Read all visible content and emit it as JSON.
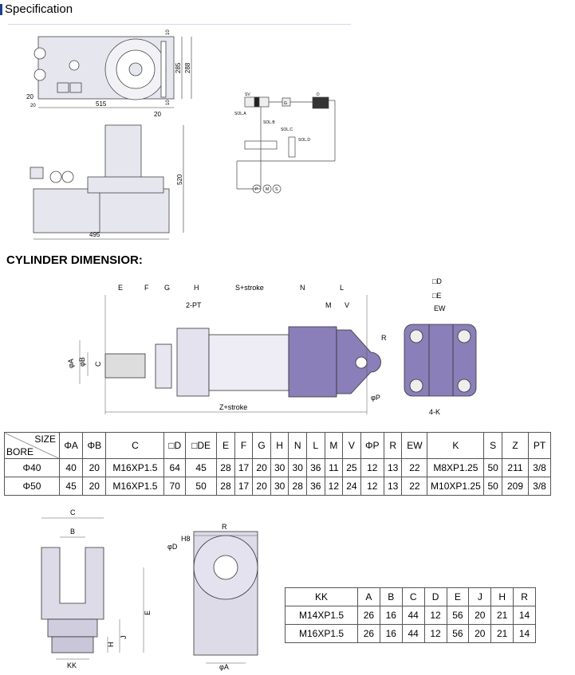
{
  "header": {
    "title": "Specification"
  },
  "pump_drawing": {
    "dims": {
      "d285": "285",
      "d288": "288",
      "d10a": "10",
      "d10b": "10",
      "d20a": "20",
      "d20b": "20",
      "d20c": "20",
      "d515": "515",
      "d520": "520",
      "d495": "495"
    }
  },
  "schematic": {
    "labels": {
      "sv": "SV",
      "g": "G",
      "d": "D",
      "sola": "SOL.A",
      "solb": "SOL.B",
      "solc": "SOL.C",
      "sold": "SOL.D",
      "p": "P",
      "m": "M",
      "s": "S"
    }
  },
  "cylinder": {
    "heading": "CYLINDER DIMENSIOR:",
    "labels": {
      "e": "E",
      "f": "F",
      "g": "G",
      "h": "H",
      "s": "S+stroke",
      "n": "N",
      "l": "L",
      "m": "M",
      "v": "V",
      "pt": "2-PT",
      "r": "R",
      "phip": "φP",
      "phia": "φA",
      "phib": "φB",
      "c": "C",
      "z": "Z+stroke",
      "d": "□D",
      "de": "□E",
      "ew": "EW",
      "k": "4-K"
    }
  },
  "table1": {
    "corner_size": "SIZE",
    "corner_bore": "BORE",
    "headers": [
      "ΦA",
      "ΦB",
      "C",
      "□D",
      "□DE",
      "E",
      "F",
      "G",
      "H",
      "N",
      "L",
      "M",
      "V",
      "ΦP",
      "R",
      "EW",
      "K",
      "S",
      "Z",
      "PT"
    ],
    "rows": [
      {
        "bore": "Φ40",
        "values": [
          "40",
          "20",
          "M16XP1.5",
          "64",
          "45",
          "28",
          "17",
          "20",
          "30",
          "30",
          "36",
          "11",
          "25",
          "12",
          "13",
          "22",
          "M8XP1.25",
          "50",
          "211",
          "3/8"
        ]
      },
      {
        "bore": "Φ50",
        "values": [
          "45",
          "20",
          "M16XP1.5",
          "70",
          "50",
          "28",
          "17",
          "20",
          "30",
          "28",
          "36",
          "12",
          "24",
          "12",
          "13",
          "22",
          "M10XP1.25",
          "50",
          "209",
          "3/8"
        ]
      }
    ]
  },
  "clevis": {
    "labels": {
      "c": "C",
      "b": "B",
      "e": "E",
      "j": "J",
      "h": "H",
      "kk": "KK",
      "r": "R",
      "phid": "φD",
      "h8": "H8",
      "phia": "φA"
    }
  },
  "table2": {
    "headers": [
      "KK",
      "A",
      "B",
      "C",
      "D",
      "E",
      "J",
      "H",
      "R"
    ],
    "rows": [
      [
        "M14XP1.5",
        "26",
        "16",
        "44",
        "12",
        "56",
        "20",
        "21",
        "14"
      ],
      [
        "M16XP1.5",
        "26",
        "16",
        "44",
        "12",
        "56",
        "20",
        "21",
        "14"
      ]
    ]
  },
  "colors": {
    "accent": "#1f3f8f",
    "cylinder_purple": "#8a7fb8",
    "body_light": "#e4e2ee",
    "clevis_fill": "#dddbe8"
  }
}
